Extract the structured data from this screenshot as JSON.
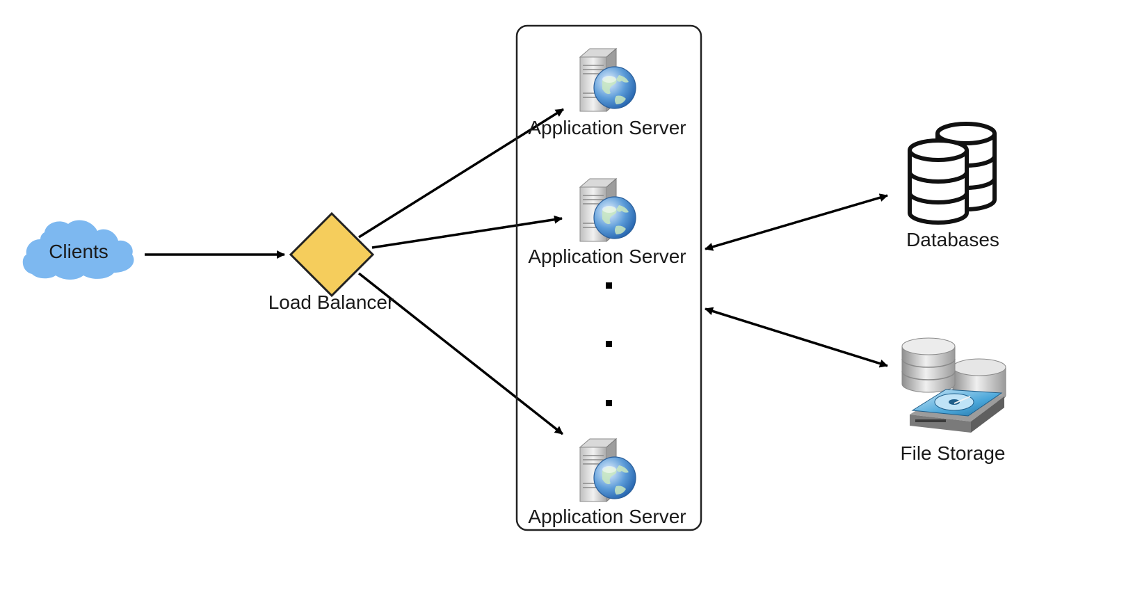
{
  "nodes": {
    "clients": {
      "label": "Clients",
      "icon": "cloud-icon",
      "color": "#7db8f0"
    },
    "load_balancer": {
      "label": "Load Balancer",
      "icon": "diamond-icon",
      "color": "#f5cd5c"
    },
    "app_servers": [
      {
        "label": "Application Server",
        "icon": "web-server-icon"
      },
      {
        "label": "Application Server",
        "icon": "web-server-icon"
      },
      {
        "label": "Application Server",
        "icon": "web-server-icon"
      }
    ],
    "ellipsis_count": 3,
    "databases": {
      "label": "Databases",
      "icon": "database-icon"
    },
    "file_storage": {
      "label": "File Storage",
      "icon": "file-storage-icon"
    }
  },
  "edges": [
    {
      "from": "clients",
      "to": "load_balancer",
      "direction": "forward"
    },
    {
      "from": "load_balancer",
      "to": "app_server_1",
      "direction": "forward"
    },
    {
      "from": "load_balancer",
      "to": "app_server_2",
      "direction": "forward"
    },
    {
      "from": "load_balancer",
      "to": "app_server_3",
      "direction": "forward"
    },
    {
      "from": "app_server_group",
      "to": "databases",
      "direction": "both"
    },
    {
      "from": "app_server_group",
      "to": "file_storage",
      "direction": "both"
    }
  ]
}
